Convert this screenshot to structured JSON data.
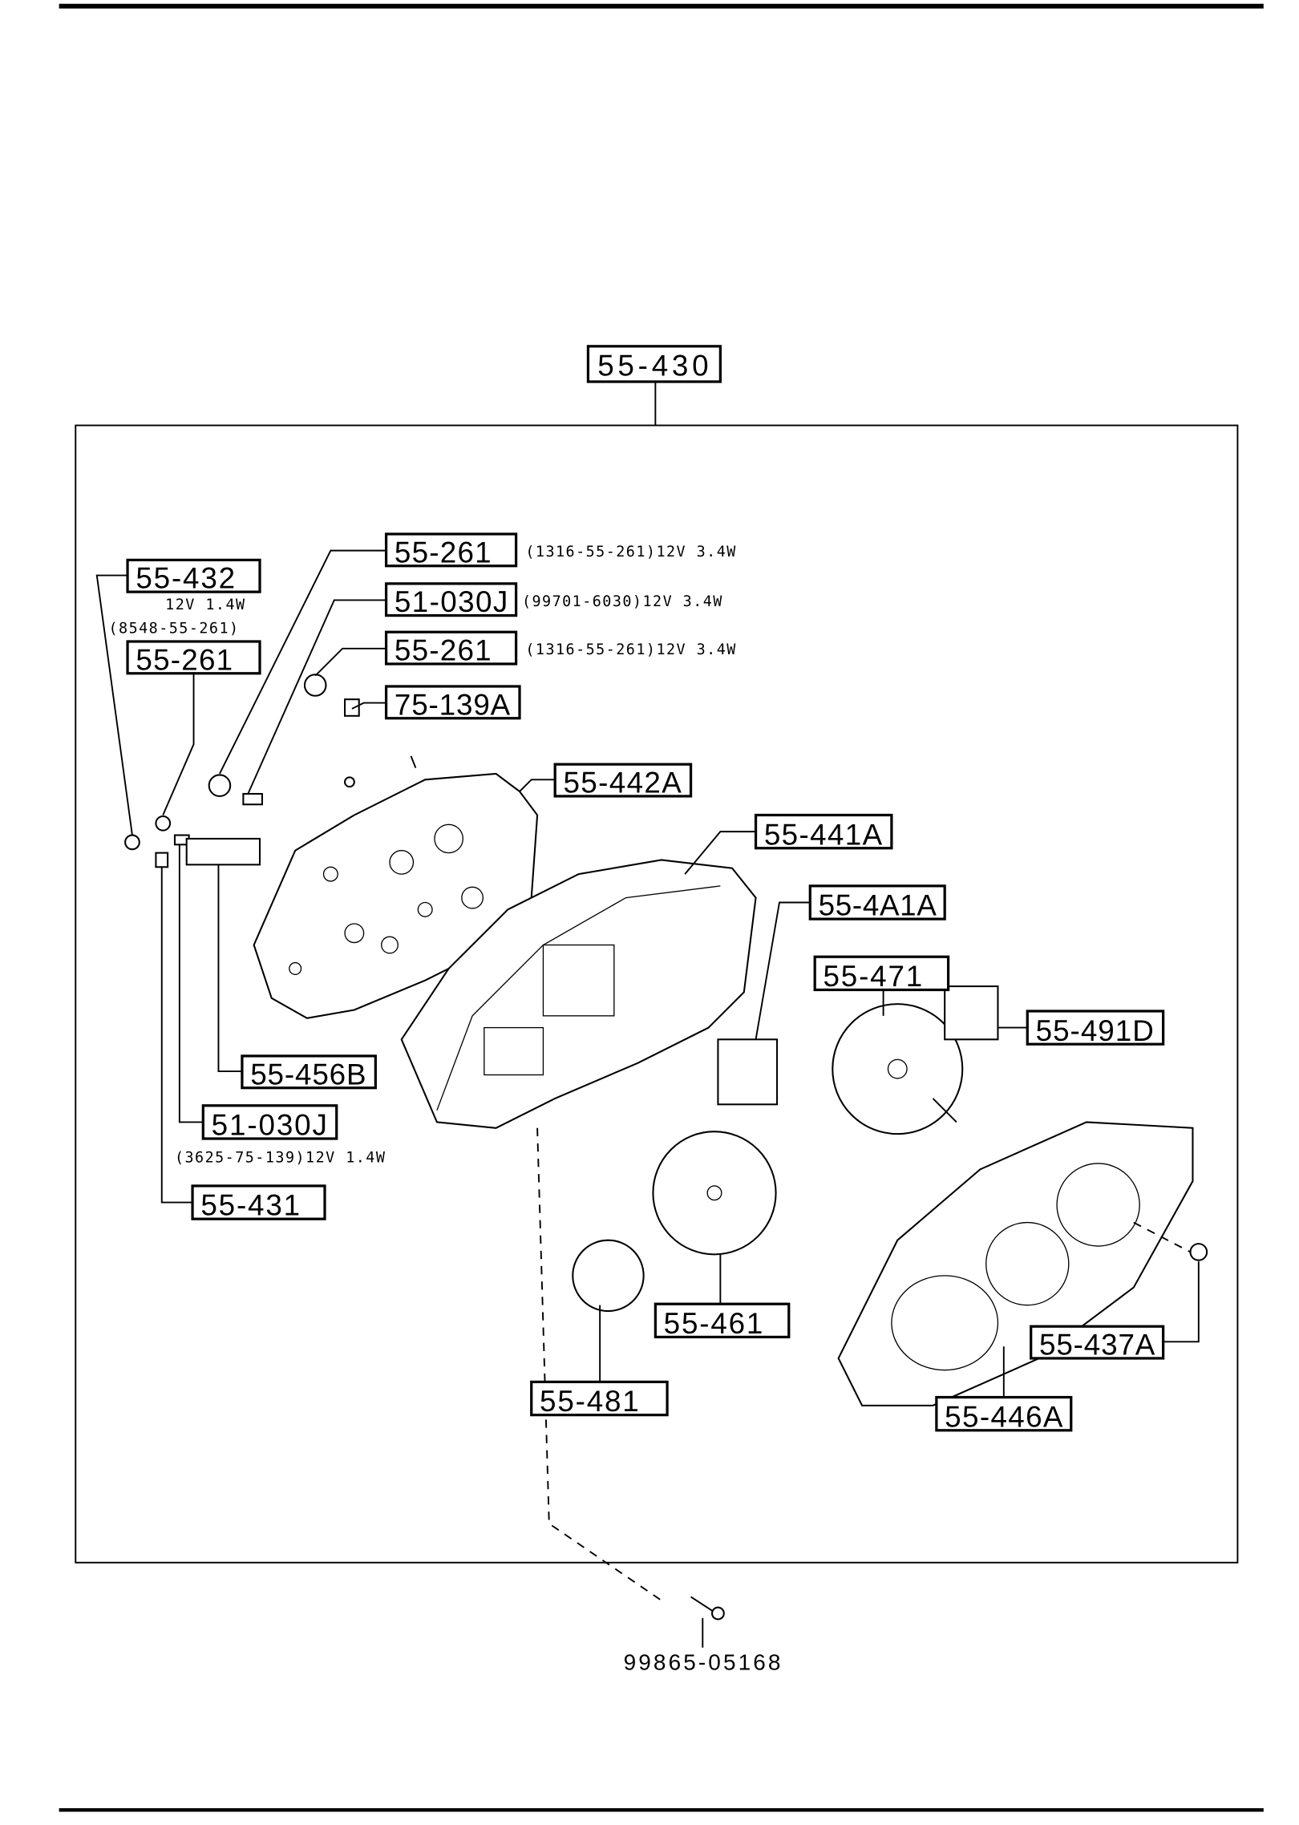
{
  "diagram": {
    "assembly": "55-430",
    "callouts": [
      {
        "id": "c1",
        "part": "55-261",
        "note": "(1316-55-261)12V 3.4W"
      },
      {
        "id": "c2",
        "part": "51-030J",
        "note": "(99701-6030)12V 3.4W"
      },
      {
        "id": "c3",
        "part": "55-261",
        "note": "(1316-55-261)12V 3.4W"
      },
      {
        "id": "c4",
        "part": "75-139A",
        "note": ""
      },
      {
        "id": "c5",
        "part": "55-432",
        "note": "12V 1.4W",
        "note2": "(8548-55-261)"
      },
      {
        "id": "c6",
        "part": "55-261",
        "note": ""
      },
      {
        "id": "c7",
        "part": "55-442A",
        "note": ""
      },
      {
        "id": "c8",
        "part": "55-441A",
        "note": ""
      },
      {
        "id": "c9",
        "part": "55-4A1A",
        "note": ""
      },
      {
        "id": "c10",
        "part": "55-471",
        "note": ""
      },
      {
        "id": "c11",
        "part": "55-491D",
        "note": ""
      },
      {
        "id": "c12",
        "part": "55-456B",
        "note": ""
      },
      {
        "id": "c13",
        "part": "51-030J",
        "note": "(3625-75-139)12V 1.4W"
      },
      {
        "id": "c14",
        "part": "55-431",
        "note": ""
      },
      {
        "id": "c15",
        "part": "55-461",
        "note": ""
      },
      {
        "id": "c16",
        "part": "55-481",
        "note": ""
      },
      {
        "id": "c17",
        "part": "55-437A",
        "note": ""
      },
      {
        "id": "c18",
        "part": "55-446A",
        "note": ""
      }
    ],
    "screw_part": "99865-05168"
  }
}
